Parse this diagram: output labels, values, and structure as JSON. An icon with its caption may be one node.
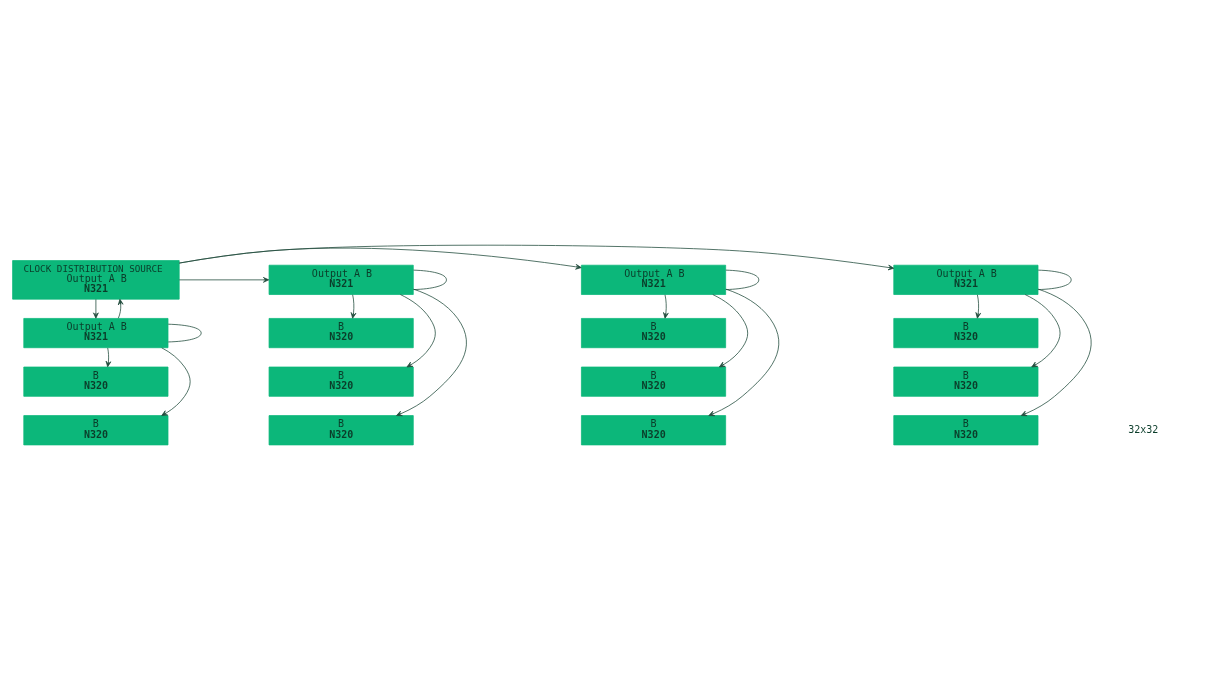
{
  "diagram": {
    "nodes": [
      {
        "text": [
          "CLOCK DISTRIBUTION SOURCE",
          "Output A B",
          "N321"
        ]
      },
      {
        "text": [
          "Output A B",
          "N321"
        ]
      },
      {
        "text": [
          "B",
          "N320"
        ]
      },
      {
        "text": [
          "B",
          "N320"
        ]
      },
      {
        "text": [
          "Output A B",
          "N321"
        ]
      },
      {
        "text": [
          "B",
          "N320"
        ]
      },
      {
        "text": [
          "B",
          "N320"
        ]
      },
      {
        "text": [
          "B",
          "N320"
        ]
      },
      {
        "text": [
          "Output A B",
          "N321"
        ]
      },
      {
        "text": [
          "B",
          "N320"
        ]
      },
      {
        "text": [
          "B",
          "N320"
        ]
      },
      {
        "text": [
          "B",
          "N320"
        ]
      },
      {
        "text": [
          "Output A B",
          "N321"
        ]
      },
      {
        "text": [
          "B",
          "N320"
        ]
      },
      {
        "text": [
          "B",
          "N320"
        ]
      },
      {
        "text": [
          "B",
          "N320"
        ]
      }
    ],
    "edges": [
      {
        "from": 0,
        "to": 12,
        "arrow": "to"
      },
      {
        "from": 0,
        "to": 8,
        "arrow": "to"
      },
      {
        "from": 0,
        "to": 4,
        "arrow": "to"
      },
      {
        "from": 0,
        "to": 1,
        "arrow": "to"
      },
      {
        "from": 1,
        "to": 0,
        "arrow": "to"
      },
      {
        "from": 1,
        "to": 1,
        "arrow": "none"
      },
      {
        "from": 1,
        "to": 2,
        "arrow": "to"
      },
      {
        "from": 1,
        "to": 3,
        "arrow": "to"
      },
      {
        "from": 4,
        "to": 4,
        "arrow": "none"
      },
      {
        "from": 4,
        "to": 5,
        "arrow": "to"
      },
      {
        "from": 4,
        "to": 6,
        "arrow": "to"
      },
      {
        "from": 4,
        "to": 7,
        "arrow": "to"
      },
      {
        "from": 8,
        "to": 8,
        "arrow": "none"
      },
      {
        "from": 8,
        "to": 9,
        "arrow": "to"
      },
      {
        "from": 8,
        "to": 10,
        "arrow": "to"
      },
      {
        "from": 8,
        "to": 11,
        "arrow": "to"
      },
      {
        "from": 12,
        "to": 12,
        "arrow": "none"
      },
      {
        "from": 12,
        "to": 13,
        "arrow": "to"
      },
      {
        "from": 12,
        "to": 14,
        "arrow": "to"
      },
      {
        "from": 12,
        "to": 15,
        "arrow": "to"
      }
    ],
    "labels": [
      "32x32"
    ]
  }
}
